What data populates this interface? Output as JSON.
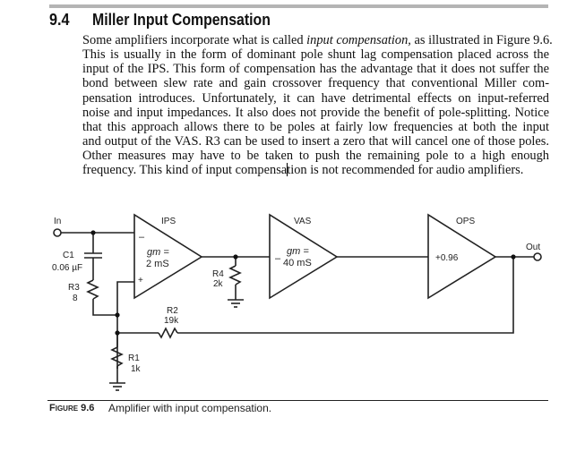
{
  "section": {
    "number": "9.4",
    "title": "Miller Input Compensation"
  },
  "paragraph": {
    "lines": [
      {
        "pre": "Some amplifiers incorporate what is called ",
        "em": "input compensation,",
        "post": " as illustrated in Figure 9.6."
      },
      {
        "text": "This is usually in the form of dominant pole shunt lag compensation placed across the"
      },
      {
        "text": "input of the IPS. This form of compensation has the advantage that it does not suffer the"
      },
      {
        "text": "bond between slew rate and gain crossover frequency that conventional Miller com-"
      },
      {
        "text": "pensation introduces. Unfortunately, it can have detrimental effects on input-referred"
      },
      {
        "text": "noise and input impedances. It also does not provide the benefit of pole-splitting. Notice"
      },
      {
        "text": "that this approach allows there to be poles at fairly low frequencies at both the input"
      },
      {
        "text": "and output of the VAS. R3 can be used to insert a zero that will cancel one of those poles."
      },
      {
        "text": "Other measures may have to be taken to push the remaining pole to a high enough"
      },
      {
        "pre": "frequency. This kind of input compensa",
        "post": "tion is not recommended for audio amplifiers."
      }
    ]
  },
  "circuit": {
    "input_label": "In",
    "output_label": "Out",
    "ips": {
      "name": "IPS",
      "gm_label": "gm =",
      "gm_value": "2 mS",
      "minus": "–",
      "plus": "+"
    },
    "vas": {
      "name": "VAS",
      "gm_label": "gm =",
      "gm_value": "40 mS",
      "minus": "–"
    },
    "ops": {
      "name": "OPS",
      "gain": "+0.96"
    },
    "c1": {
      "name": "C1",
      "value": "0.06 µF"
    },
    "r3": {
      "name": "R3",
      "value": "8"
    },
    "r4": {
      "name": "R4",
      "value": "2k"
    },
    "r2": {
      "name": "R2",
      "value": "19k"
    },
    "r1": {
      "name": "R1",
      "value": "1k"
    }
  },
  "caption": {
    "label": "Figure 9.6",
    "text": "Amplifier with input compensation."
  }
}
